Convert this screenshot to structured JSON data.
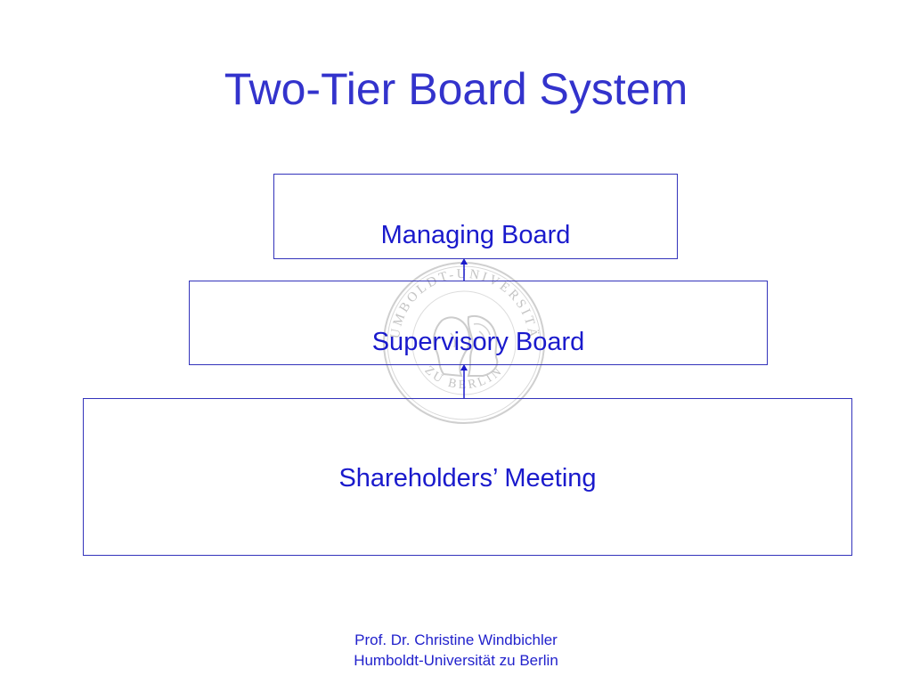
{
  "slide": {
    "title": "Two-Tier Board System"
  },
  "diagram": {
    "managing_board": "Managing Board",
    "supervisory_board": "Supervisory Board",
    "shareholders_meeting": "Shareholders’ Meeting"
  },
  "footer": {
    "line1": "Prof. Dr. Christine Windbichler",
    "line2": "Humboldt-Universität zu Berlin"
  },
  "watermark": {
    "icon": "university-seal-icon",
    "text_top": "HUMBOLDT-UNIVERSITÄT",
    "text_bottom": "ZU BERLIN"
  },
  "colors": {
    "title": "#3333cc",
    "box_border": "#3333bb",
    "box_text": "#1a1acc",
    "footer": "#2222cc",
    "seal": "#c8c8c8"
  }
}
